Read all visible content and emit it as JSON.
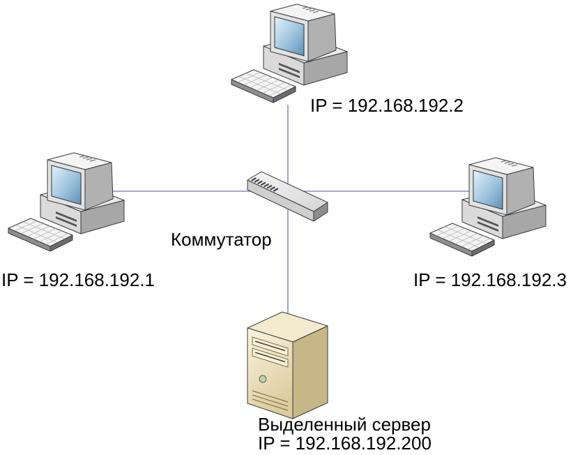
{
  "computers": [
    {
      "icon": "desktop-computer-icon",
      "ip": "IP = 192.168.192.2"
    },
    {
      "icon": "desktop-computer-icon",
      "ip": "IP = 192.168.192.1"
    },
    {
      "icon": "desktop-computer-icon",
      "ip": "IP = 192.168.192.3"
    }
  ],
  "switch": {
    "icon": "network-switch-icon",
    "label": "Коммутатор"
  },
  "server": {
    "icon": "tower-server-icon",
    "label": "Выделенный сервер",
    "ip": "IP = 192.168.192.200"
  },
  "colors": {
    "link": "#8a8ac2",
    "background": "#ffffff"
  }
}
